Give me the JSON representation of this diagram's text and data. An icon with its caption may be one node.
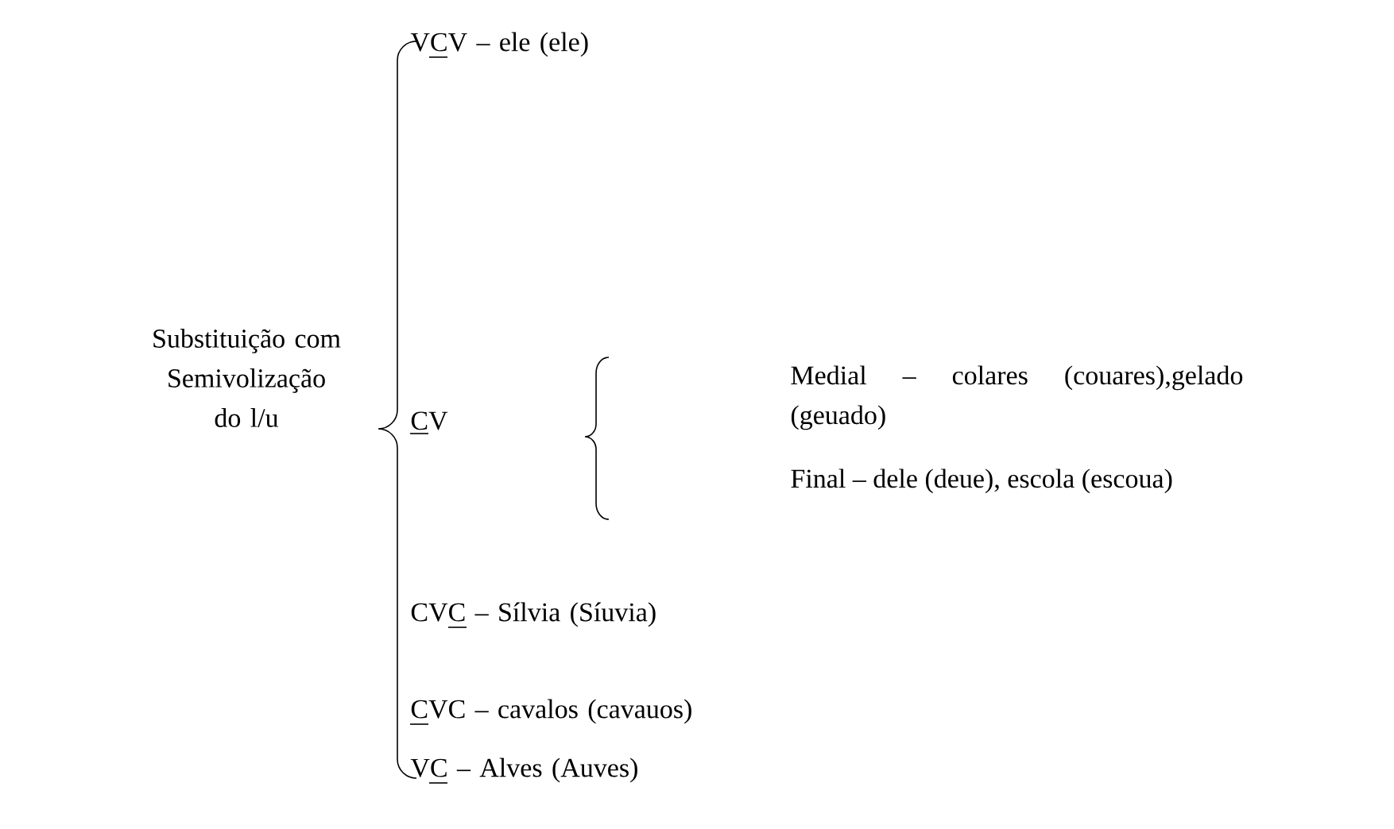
{
  "diagram": {
    "nodes": [
      {
        "text": [
          "Substituição com Semivolização do l/u"
        ]
      },
      {
        "text": [
          "VCV – ele (ele)"
        ]
      },
      {
        "text": [
          "CV"
        ]
      },
      {
        "text": [
          "Medial – colares (couares),gelado (geuado)"
        ]
      },
      {
        "text": [
          "Final – dele (deue), escola (escoua)"
        ]
      },
      {
        "text": [
          "CVC – Sílvia (Síuvia)"
        ]
      },
      {
        "text": [
          "CVC – cavalos (cavauos)"
        ]
      },
      {
        "text": [
          "VC – Alves (Auves)"
        ]
      }
    ]
  }
}
